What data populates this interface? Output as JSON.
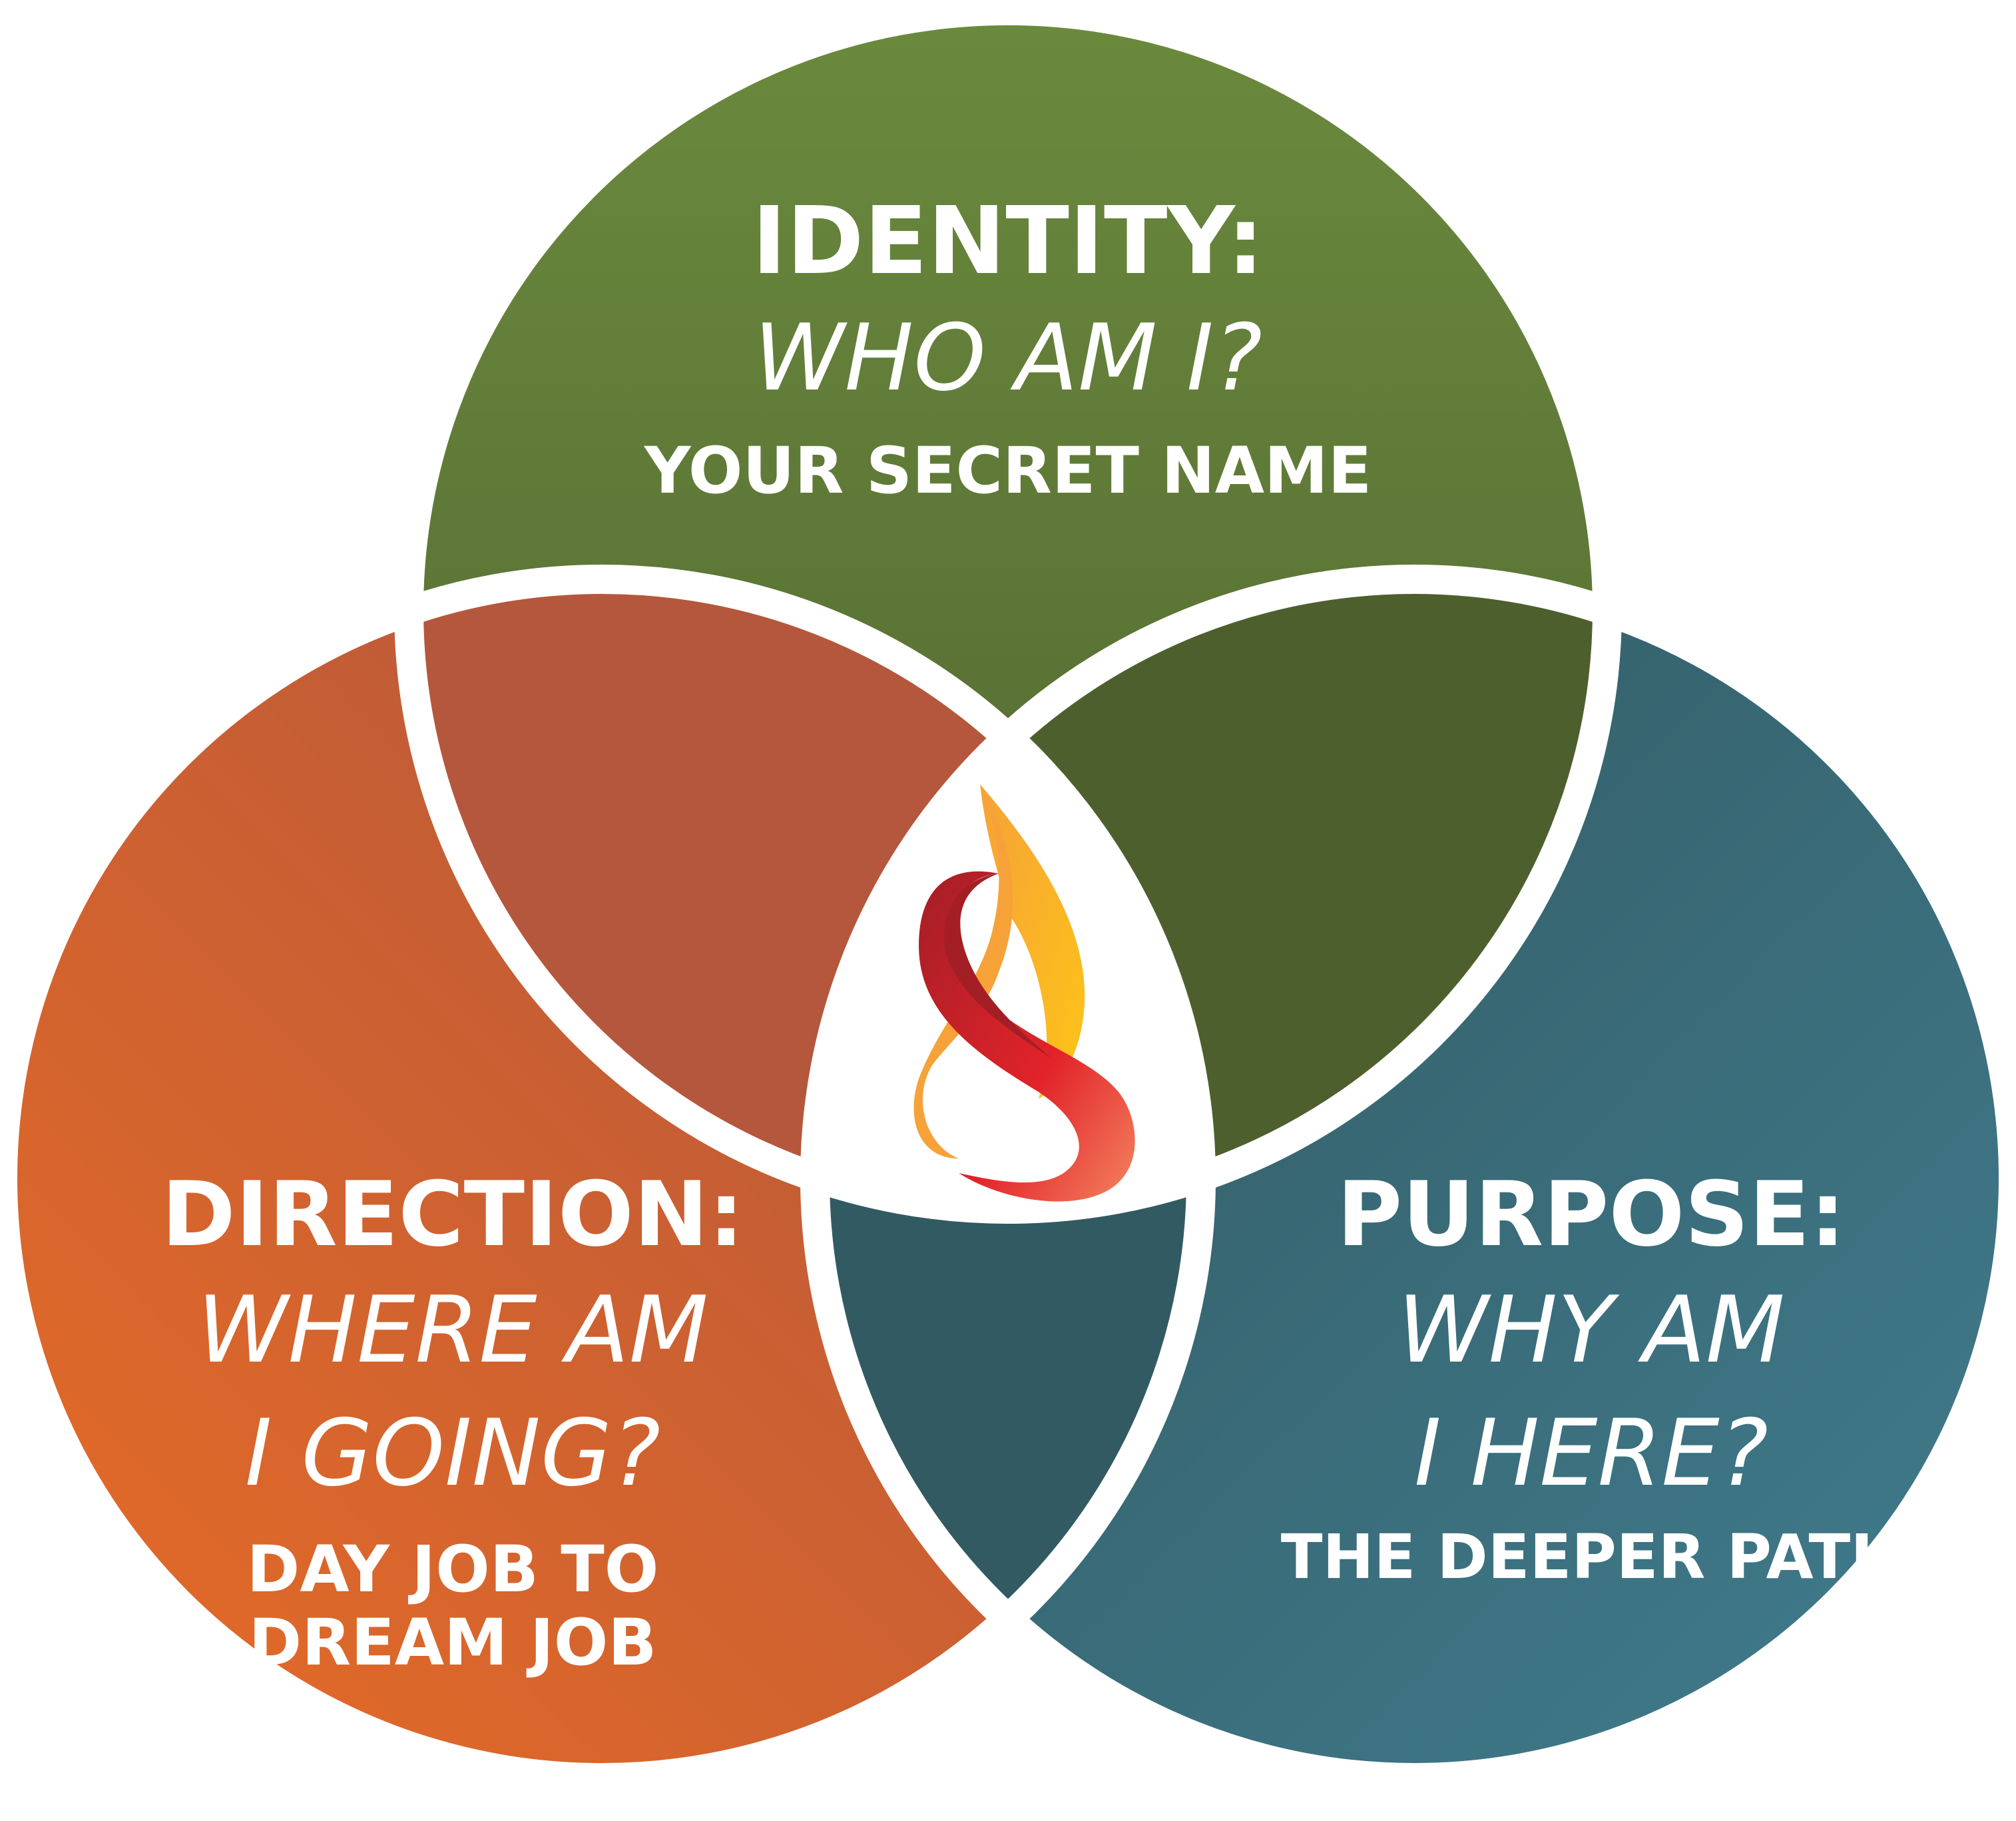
{
  "circles": {
    "identity": {
      "heading": "IDENTITY:",
      "question": "WHO AM I?",
      "subtitle": "YOUR SECRET NAME",
      "color_light": "#6b8a3d",
      "color_dark": "#4e6230"
    },
    "direction": {
      "heading": "DIRECTION:",
      "question_line1": "WHERE AM",
      "question_line2": "I GOING?",
      "subtitle_line1": "DAY JOB TO",
      "subtitle_line2": "DREAM JOB",
      "color_light": "#e86c25",
      "color_dark": "#b5573c"
    },
    "purpose": {
      "heading": "PURPOSE:",
      "question_line1": "WHY AM",
      "question_line2": "I HERE?",
      "subtitle": "THE DEEPER PATH",
      "color_light": "#417d8f",
      "color_dark": "#325a62"
    }
  },
  "overlaps": {
    "identity_direction": "#b5573c",
    "identity_purpose": "#4e5f2e",
    "direction_purpose": "#325a62"
  },
  "center_logo": {
    "icon": "flame-logo-icon",
    "colors": [
      "#fdc417",
      "#f6a238",
      "#e2232a",
      "#a41e26"
    ]
  }
}
